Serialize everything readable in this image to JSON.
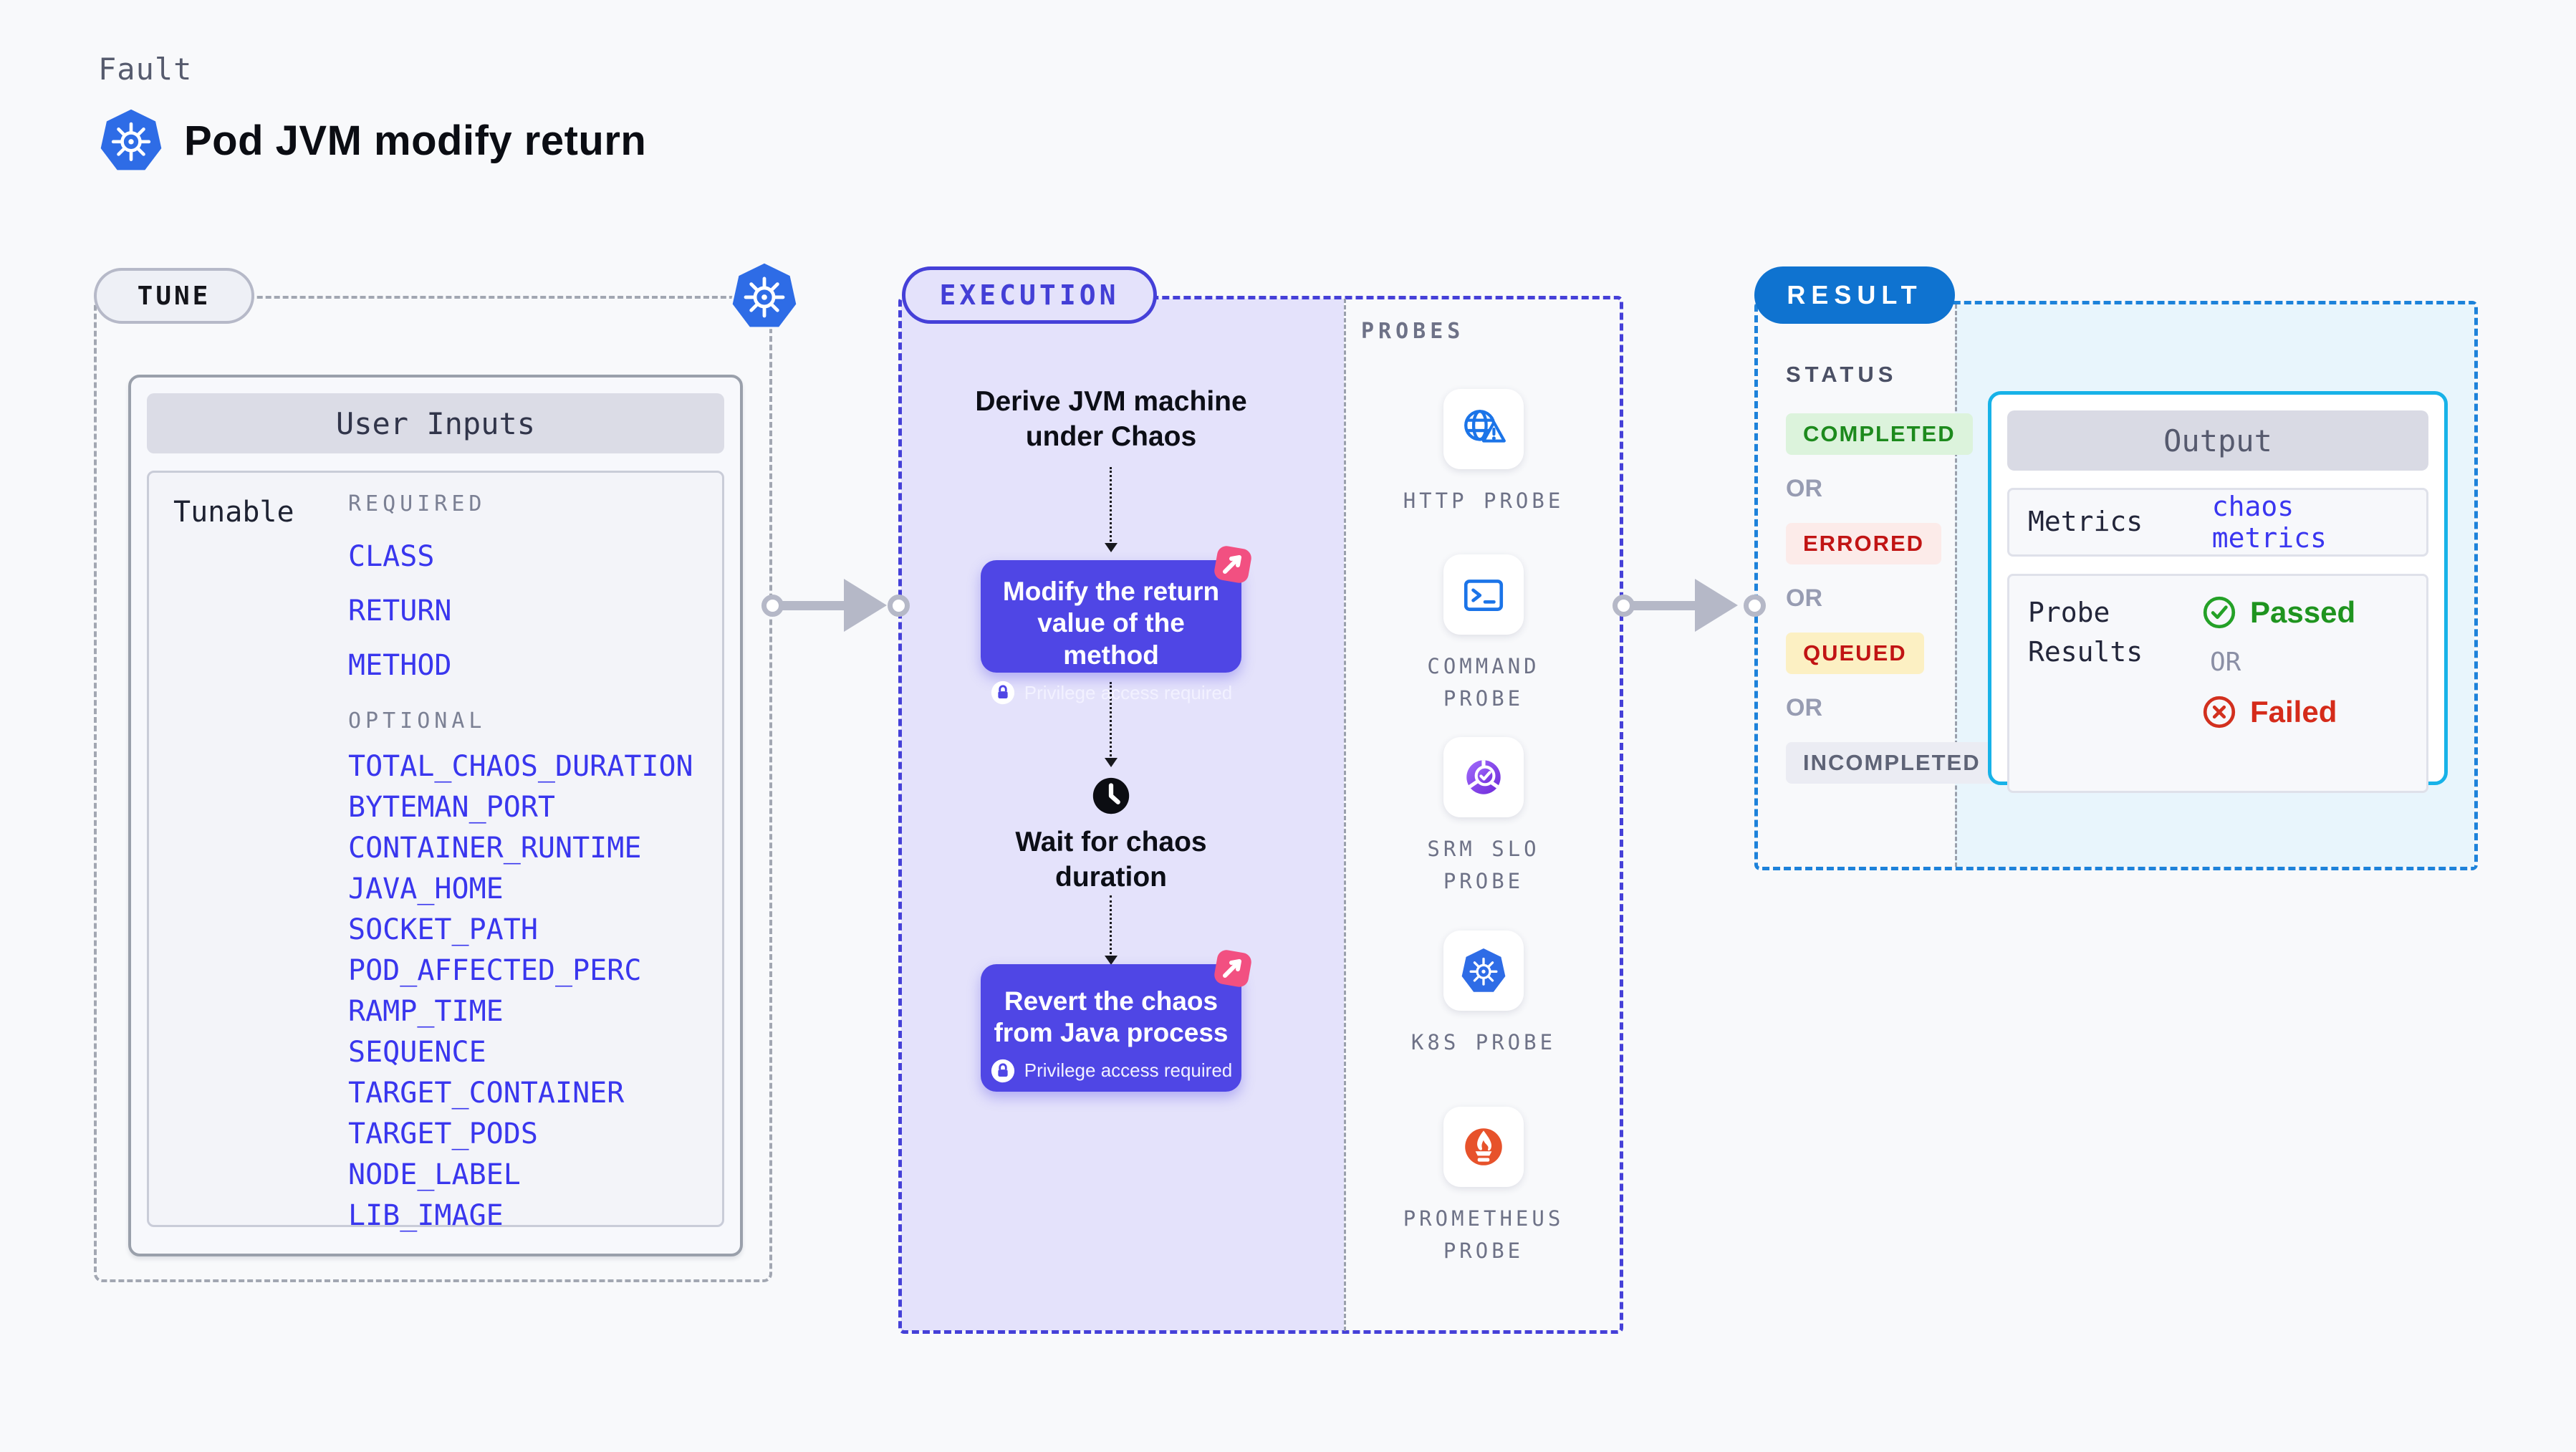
{
  "header": {
    "fault_label": "Fault",
    "title": "Pod JVM modify return"
  },
  "tune": {
    "badge": "TUNE",
    "user_inputs": {
      "title": "User Inputs",
      "row_label": "Tunable",
      "required_label": "REQUIRED",
      "required": [
        "CLASS",
        "RETURN",
        "METHOD"
      ],
      "optional_label": "OPTIONAL",
      "optional": [
        "TOTAL_CHAOS_DURATION",
        "BYTEMAN_PORT",
        "CONTAINER_RUNTIME",
        "JAVA_HOME",
        "SOCKET_PATH",
        "POD_AFFECTED_PERC",
        "RAMP_TIME",
        "SEQUENCE",
        "TARGET_CONTAINER",
        "TARGET_PODS",
        "NODE_LABEL",
        "LIB_IMAGE"
      ]
    }
  },
  "execution": {
    "badge": "EXECUTION",
    "derive_label": "Derive JVM machine\nunder Chaos",
    "modify_node": {
      "label": "Modify the return\nvalue of the method",
      "note": "Privilege access required"
    },
    "wait_label": "Wait for chaos\nduration",
    "revert_node": {
      "label": "Revert the chaos\nfrom Java process",
      "note": "Privilege access required"
    }
  },
  "probes": {
    "label": "PROBES",
    "items": [
      {
        "label": "HTTP PROBE",
        "icon": "globe-alert-icon"
      },
      {
        "label": "COMMAND\nPROBE",
        "icon": "terminal-icon"
      },
      {
        "label": "SRM SLO\nPROBE",
        "icon": "slo-check-icon"
      },
      {
        "label": "K8S PROBE",
        "icon": "kubernetes-icon"
      },
      {
        "label": "PROMETHEUS\nPROBE",
        "icon": "prometheus-icon"
      }
    ]
  },
  "result": {
    "badge": "RESULT",
    "status_label": "STATUS",
    "or_label": "OR",
    "statuses": [
      {
        "label": "COMPLETED",
        "bg": "#dcf3dc",
        "color": "#1d8a1d"
      },
      {
        "label": "ERRORED",
        "bg": "#fcebe9",
        "color": "#c11414"
      },
      {
        "label": "QUEUED",
        "bg": "#fcf0c3",
        "color": "#c11414"
      },
      {
        "label": "INCOMPLETED",
        "bg": "#ebecf3",
        "color": "#5e6376"
      }
    ],
    "output": {
      "title": "Output",
      "metrics_label": "Metrics",
      "metrics_value": "chaos metrics",
      "probe_results_label": "Probe\nResults",
      "passed_label": "Passed",
      "or_label": "OR",
      "failed_label": "Failed"
    }
  },
  "icons": {
    "kubernetes_icon_color": "#2e6ce6",
    "node_purple": "#4f46e5",
    "litmus_pink": "#f25081",
    "execution_border": "#4540d8",
    "result_pill_blue": "#0f73d0",
    "result_border_blue": "#1d82da",
    "output_border_cyan": "#17b2e8",
    "tunable_link_blue": "#3936ee",
    "passed_green": "#1f941f",
    "failed_red": "#d52b1a",
    "prometheus_orange": "#e7522b"
  }
}
